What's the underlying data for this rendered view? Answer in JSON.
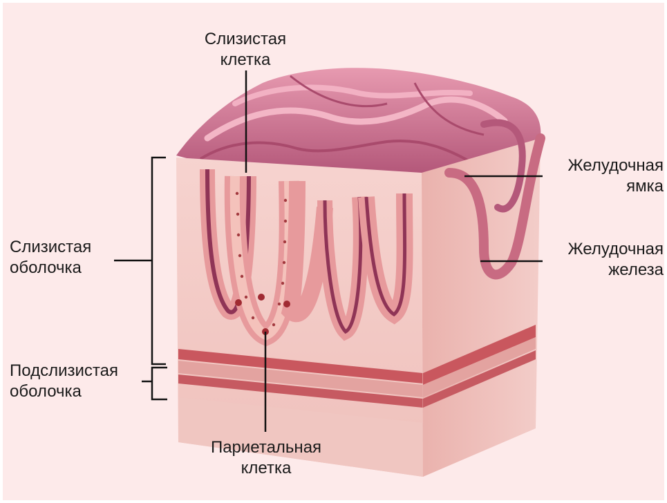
{
  "labels": {
    "mucous_cell": [
      "Слизистая",
      "клетка"
    ],
    "gastric_pit": [
      "Желудочная",
      "ямка"
    ],
    "gastric_gland": [
      "Желудочная",
      "железа"
    ],
    "mucosa": [
      "Слизистая",
      "оболочка"
    ],
    "submucosa": [
      "Подслизистая",
      "оболочка"
    ],
    "parietal_cell": [
      "Париетальная",
      "клетка"
    ]
  },
  "colors": {
    "background": "#fdeaea",
    "tissue_light": "#f2c4c0",
    "tissue_mid": "#e79a9c",
    "tissue_dark": "#b0506e",
    "fold_pink": "#d77a95",
    "muscle_band": "#c9575e",
    "leader_line": "#111111"
  }
}
